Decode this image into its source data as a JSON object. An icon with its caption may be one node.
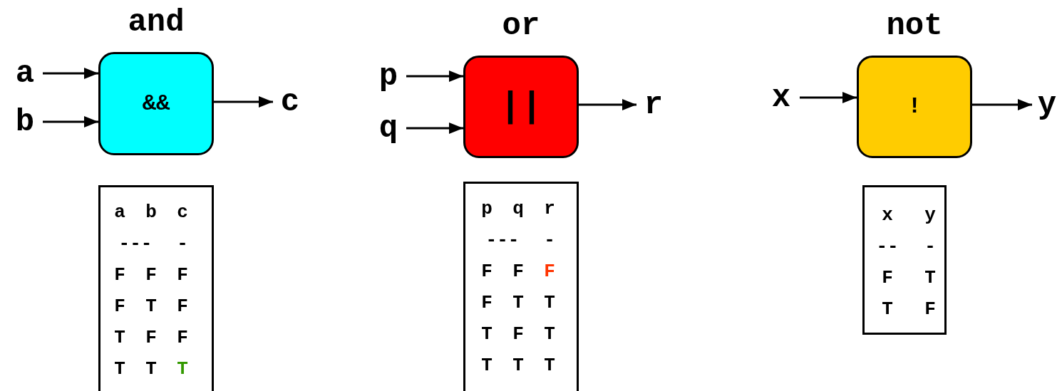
{
  "diagram": {
    "nodes": [
      {
        "text": [
          "and",
          "&&"
        ]
      },
      {
        "text": [
          "a"
        ]
      },
      {
        "text": [
          "b"
        ]
      },
      {
        "text": [
          "c"
        ]
      },
      {
        "text": [
          "a",
          "b",
          "c",
          "---",
          "-",
          "F",
          "F",
          "F",
          "F",
          "T",
          "F",
          "T",
          "F",
          "F",
          "T",
          "T",
          "T"
        ]
      },
      {
        "text": [
          "or",
          "||"
        ]
      },
      {
        "text": [
          "p"
        ]
      },
      {
        "text": [
          "q"
        ]
      },
      {
        "text": [
          "r"
        ]
      },
      {
        "text": [
          "p",
          "q",
          "r",
          "---",
          "-",
          "F",
          "F",
          "F",
          "F",
          "T",
          "T",
          "T",
          "F",
          "T",
          "T",
          "T",
          "T"
        ]
      },
      {
        "text": [
          "not",
          "!"
        ]
      },
      {
        "text": [
          "x"
        ]
      },
      {
        "text": [
          "y"
        ]
      },
      {
        "text": [
          "x",
          "y",
          "--",
          "-",
          "F",
          "T",
          "T",
          "F"
        ]
      }
    ],
    "edges": [
      {
        "from": 1,
        "to": 0,
        "arrow": "to"
      },
      {
        "from": 2,
        "to": 0,
        "arrow": "to"
      },
      {
        "from": 0,
        "to": 3,
        "arrow": "to"
      },
      {
        "from": 6,
        "to": 5,
        "arrow": "to"
      },
      {
        "from": 7,
        "to": 5,
        "arrow": "to"
      },
      {
        "from": 5,
        "to": 8,
        "arrow": "to"
      },
      {
        "from": 11,
        "to": 10,
        "arrow": "to"
      },
      {
        "from": 10,
        "to": 12,
        "arrow": "to"
      }
    ]
  }
}
